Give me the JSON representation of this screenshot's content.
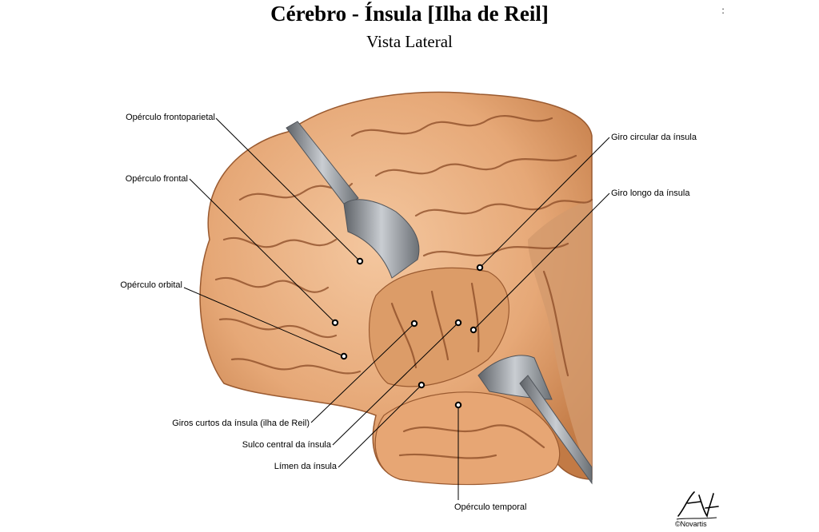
{
  "header": {
    "title": "Cérebro - Ínsula [Ilha de Reil]",
    "subtitle": "Vista Lateral",
    "corner_mark": ":"
  },
  "labels": {
    "operculo_frontoparietal": "Opérculo frontoparietal",
    "operculo_frontal": "Opérculo frontal",
    "operculo_orbital": "Opérculo orbital",
    "giros_curtos": "Giros curtos da ínsula (ilha de Reil)",
    "sulco_central": "Sulco central da ínsula",
    "limen": "Límen da ínsula",
    "operculo_temporal": "Opérculo temporal",
    "giro_circular": "Giro circular da ínsula",
    "giro_longo": "Giro longo da ínsula"
  },
  "signature": {
    "text": "©Novartis"
  },
  "colors": {
    "brain_fill": "#e9b084",
    "brain_shadow": "#b8703f",
    "sulcus": "#8a4a25",
    "retractor": "#8e9298",
    "leader": "#000000"
  }
}
